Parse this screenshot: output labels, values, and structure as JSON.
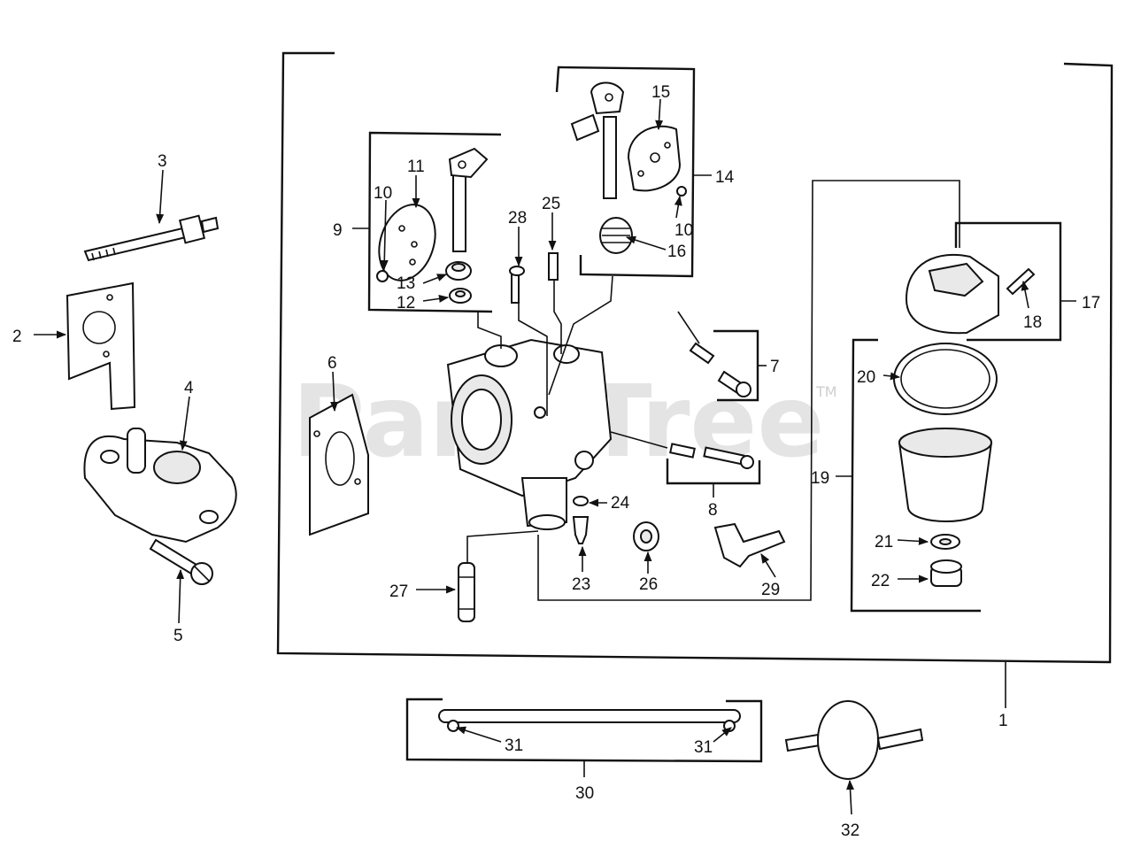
{
  "watermark": {
    "text": "PartsTree",
    "mark": "TM"
  },
  "callouts": [
    "1",
    "2",
    "3",
    "4",
    "5",
    "6",
    "7",
    "8",
    "9",
    "10",
    "10",
    "11",
    "12",
    "13",
    "14",
    "15",
    "16",
    "17",
    "18",
    "19",
    "20",
    "21",
    "22",
    "23",
    "24",
    "25",
    "26",
    "27",
    "28",
    "29",
    "30",
    "31",
    "31",
    "32"
  ]
}
